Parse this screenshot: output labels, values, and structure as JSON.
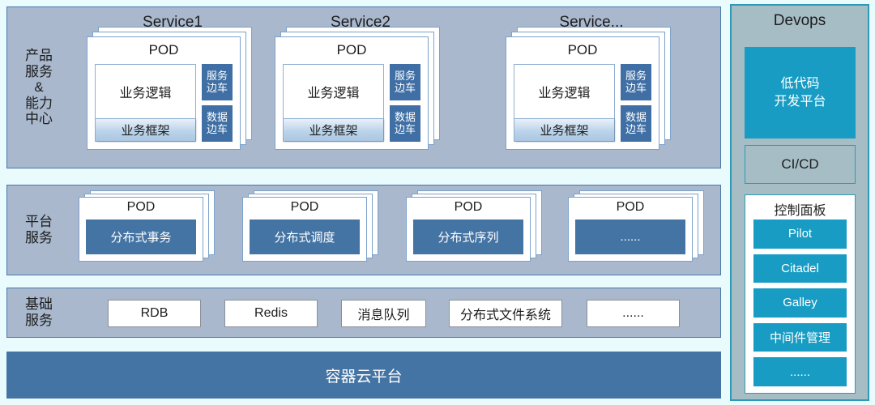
{
  "rows": {
    "services": {
      "label": "产品\n服务\n&\n能力\n中心",
      "groups": [
        {
          "title": "Service1",
          "pod_label": "POD",
          "business_logic": "业务逻辑",
          "business_framework": "业务框架",
          "sidecars": [
            "服务\n边车",
            "数据\n边车"
          ]
        },
        {
          "title": "Service2",
          "pod_label": "POD",
          "business_logic": "业务逻辑",
          "business_framework": "业务框架",
          "sidecars": [
            "服务\n边车",
            "数据\n边车"
          ]
        },
        {
          "title": "Service...",
          "pod_label": "POD",
          "business_logic": "业务逻辑",
          "business_framework": "业务框架",
          "sidecars": [
            "服务\n边车",
            "数据\n边车"
          ]
        }
      ]
    },
    "platform": {
      "label": "平台\n服务",
      "pods": [
        {
          "pod_label": "POD",
          "service": "分布式事务"
        },
        {
          "pod_label": "POD",
          "service": "分布式调度"
        },
        {
          "pod_label": "POD",
          "service": "分布式序列"
        },
        {
          "pod_label": "POD",
          "service": "......"
        }
      ]
    },
    "infra": {
      "label": "基础\n服务",
      "items": [
        "RDB",
        "Redis",
        "消息队列",
        "分布式文件系统",
        "......"
      ]
    },
    "container": {
      "label": "容器云平台"
    }
  },
  "devops": {
    "title": "Devops",
    "lowcode": "低代码\n开发平台",
    "cicd": "CI/CD",
    "control_panel": {
      "title": "控制面板",
      "items": [
        "Pilot",
        "Citadel",
        "Galley",
        "中间件管理",
        "......"
      ]
    }
  },
  "colors": {
    "page_background": "#eafbfe",
    "panel_fill": "#a9b8cd",
    "panel_border": "#4a77a8",
    "card_border": "#7ba2cb",
    "steel_blue": "#4474a4",
    "sidecar_blue": "#3f6fa4",
    "teal": "#189cc4",
    "teal_border": "#2e9ab5",
    "devops_fill": "#a6bdc6",
    "infra_border": "#8a8f99"
  }
}
